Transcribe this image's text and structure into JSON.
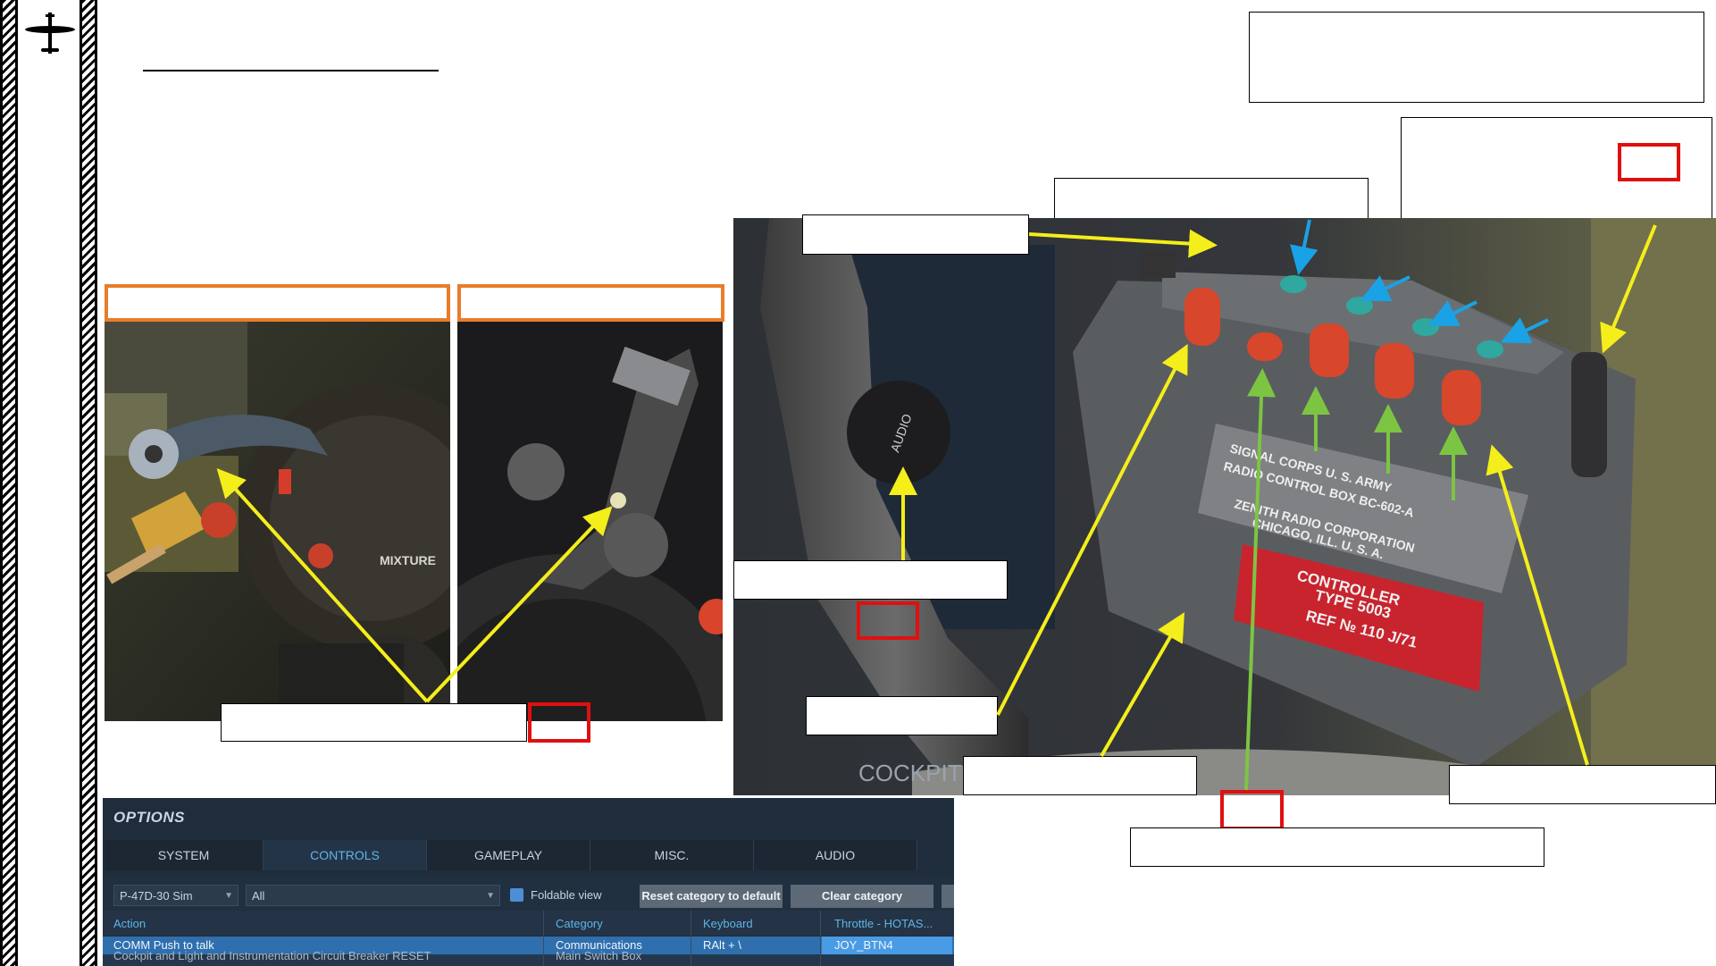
{
  "sidebar": {
    "logo_icon": "aircraft-silhouette-icon"
  },
  "photos": {
    "left_throttle": "cockpit throttle quadrant photo",
    "left_mixture": "cockpit mixture/prop levers photo",
    "right_radio": "radio control box photo"
  },
  "photo_text": {
    "mixture": "MIXTURE",
    "audio": "AUDIO",
    "cockpit": "COCKPIT",
    "plate_line1": "SIGNAL CORPS U. S. ARMY",
    "plate_line2": "RADIO CONTROL BOX BC-602-A",
    "plate_line3": "ZENITH RADIO CORPORATION",
    "plate_line4": "CHICAGO, ILL. U. S. A.",
    "red_plate_line1": "CONTROLLER",
    "red_plate_line2": "TYPE 5003",
    "red_plate_line3": "REF № 110 J/71"
  },
  "options": {
    "title": "OPTIONS",
    "tabs": [
      "SYSTEM",
      "CONTROLS",
      "GAMEPLAY",
      "MISC.",
      "AUDIO"
    ],
    "active_tab": "CONTROLS",
    "aircraft_select": "P-47D-30 Sim",
    "category_select": "All",
    "foldable_label": "Foldable view",
    "reset_button": "Reset category to default",
    "clear_button": "Clear category",
    "columns": {
      "action": "Action",
      "category": "Category",
      "keyboard": "Keyboard",
      "device": "Throttle - HOTAS..."
    },
    "rows": [
      {
        "action": "COMM Push to talk",
        "category": "Communications",
        "keyboard": "RAlt + \\",
        "device": "JOY_BTN4"
      },
      {
        "action": "Cockpit and Light and Instrumentation Circuit Breaker RESET",
        "category": "Main Switch Box",
        "keyboard": "",
        "device": ""
      }
    ]
  },
  "colors": {
    "arrow_yellow": "#f4ee1a",
    "arrow_blue": "#1aa2e6",
    "arrow_green": "#7cc543",
    "callout_orange": "#e87d2b",
    "highlight_red": "#e01010",
    "options_bg": "#1e2c3b",
    "options_accent": "#5fb4ea"
  }
}
